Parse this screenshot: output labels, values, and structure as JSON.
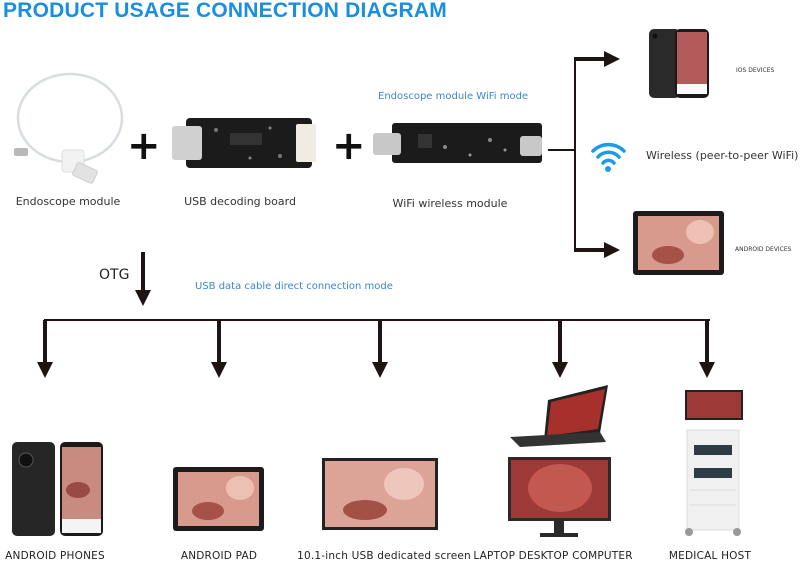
{
  "title": "PRODUCT USAGE CONNECTION DIAGRAM",
  "components": [
    {
      "label": "Endoscope module",
      "icon": "endoscope-cable-icon"
    },
    {
      "label": "USB decoding board",
      "icon": "usb-decoding-board-icon"
    },
    {
      "label": "WiFi wireless module",
      "icon": "wifi-module-icon"
    }
  ],
  "plus_sign": "+",
  "wifi_mode": {
    "heading": "Endoscope module WiFi mode",
    "wireless_label": "Wireless (peer-to-peer WiFi)",
    "targets": [
      {
        "label": "IOS DEVICES",
        "icon": "iphone-icon"
      },
      {
        "label": "ANDROID DEVICES",
        "icon": "android-tablet-icon"
      }
    ]
  },
  "usb_mode": {
    "otg_label": "OTG",
    "heading": "USB data cable direct connection mode",
    "targets": [
      {
        "label": "ANDROID PHONES",
        "icon": "android-phones-icon"
      },
      {
        "label": "ANDROID PAD",
        "icon": "android-pad-icon"
      },
      {
        "label": "10.1-inch USB dedicated screen",
        "icon": "dedicated-screen-icon"
      },
      {
        "label": "LAPTOP DESKTOP COMPUTER",
        "icon": "laptop-desktop-icon"
      },
      {
        "label": "MEDICAL HOST",
        "icon": "medical-cart-icon"
      }
    ]
  },
  "colors": {
    "title_blue": "#1a8fe0",
    "mode_blue": "#3b86d0",
    "wifi_blue": "#1e9be8",
    "arrow": "#1e1414"
  }
}
